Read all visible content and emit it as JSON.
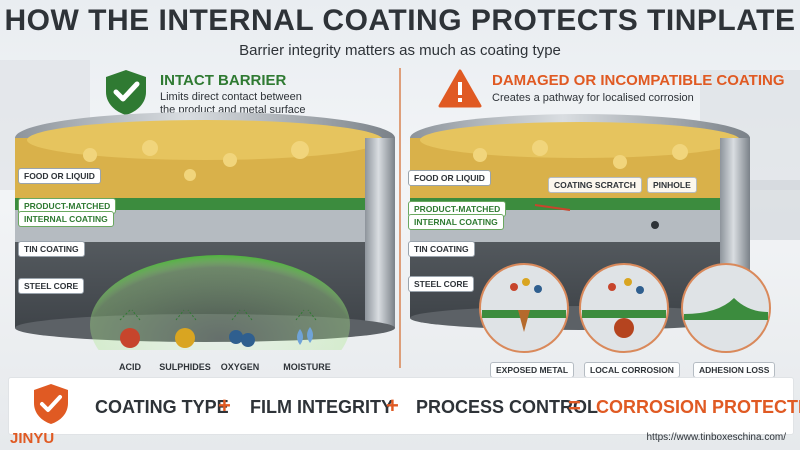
{
  "title": "HOW THE INTERNAL COATING PROTECTS TINPLATE",
  "subtitle": "Barrier integrity matters as much as coating type",
  "left": {
    "heading": "INTACT BARRIER",
    "description_line1": "Limits direct contact between",
    "description_line2": "the product and metal surface",
    "icon": "check-shield-icon",
    "accent": "#2f7a32",
    "labels": [
      "FOOD OR LIQUID",
      "PRODUCT-MATCHED",
      "INTERNAL COATING",
      "TIN COATING",
      "STEEL CORE"
    ],
    "agents": [
      "ACID",
      "SULPHIDES",
      "OXYGEN",
      "MOISTURE"
    ]
  },
  "right": {
    "heading": "DAMAGED OR INCOMPATIBLE COATING",
    "description": "Creates a pathway for localised corrosion",
    "icon": "warning-triangle-icon",
    "accent": "#e05a23",
    "labels": [
      "FOOD OR LIQUID",
      "PRODUCT-MATCHED",
      "INTERNAL COATING",
      "TIN COATING",
      "STEEL CORE"
    ],
    "defects": [
      "COATING SCRATCH",
      "PINHOLE"
    ],
    "insets": [
      "EXPOSED METAL",
      "LOCAL CORROSION",
      "ADHESION LOSS"
    ]
  },
  "formula": {
    "term1": "COATING TYPE",
    "plus1": "+",
    "term2": "FILM INTEGRITY",
    "plus2": "+",
    "term3": "PROCESS CONTROL",
    "equals": "=",
    "result": "CORROSION PROTECTION"
  },
  "brand": "JINYU",
  "url": "https://www.tinboxeschina.com/"
}
